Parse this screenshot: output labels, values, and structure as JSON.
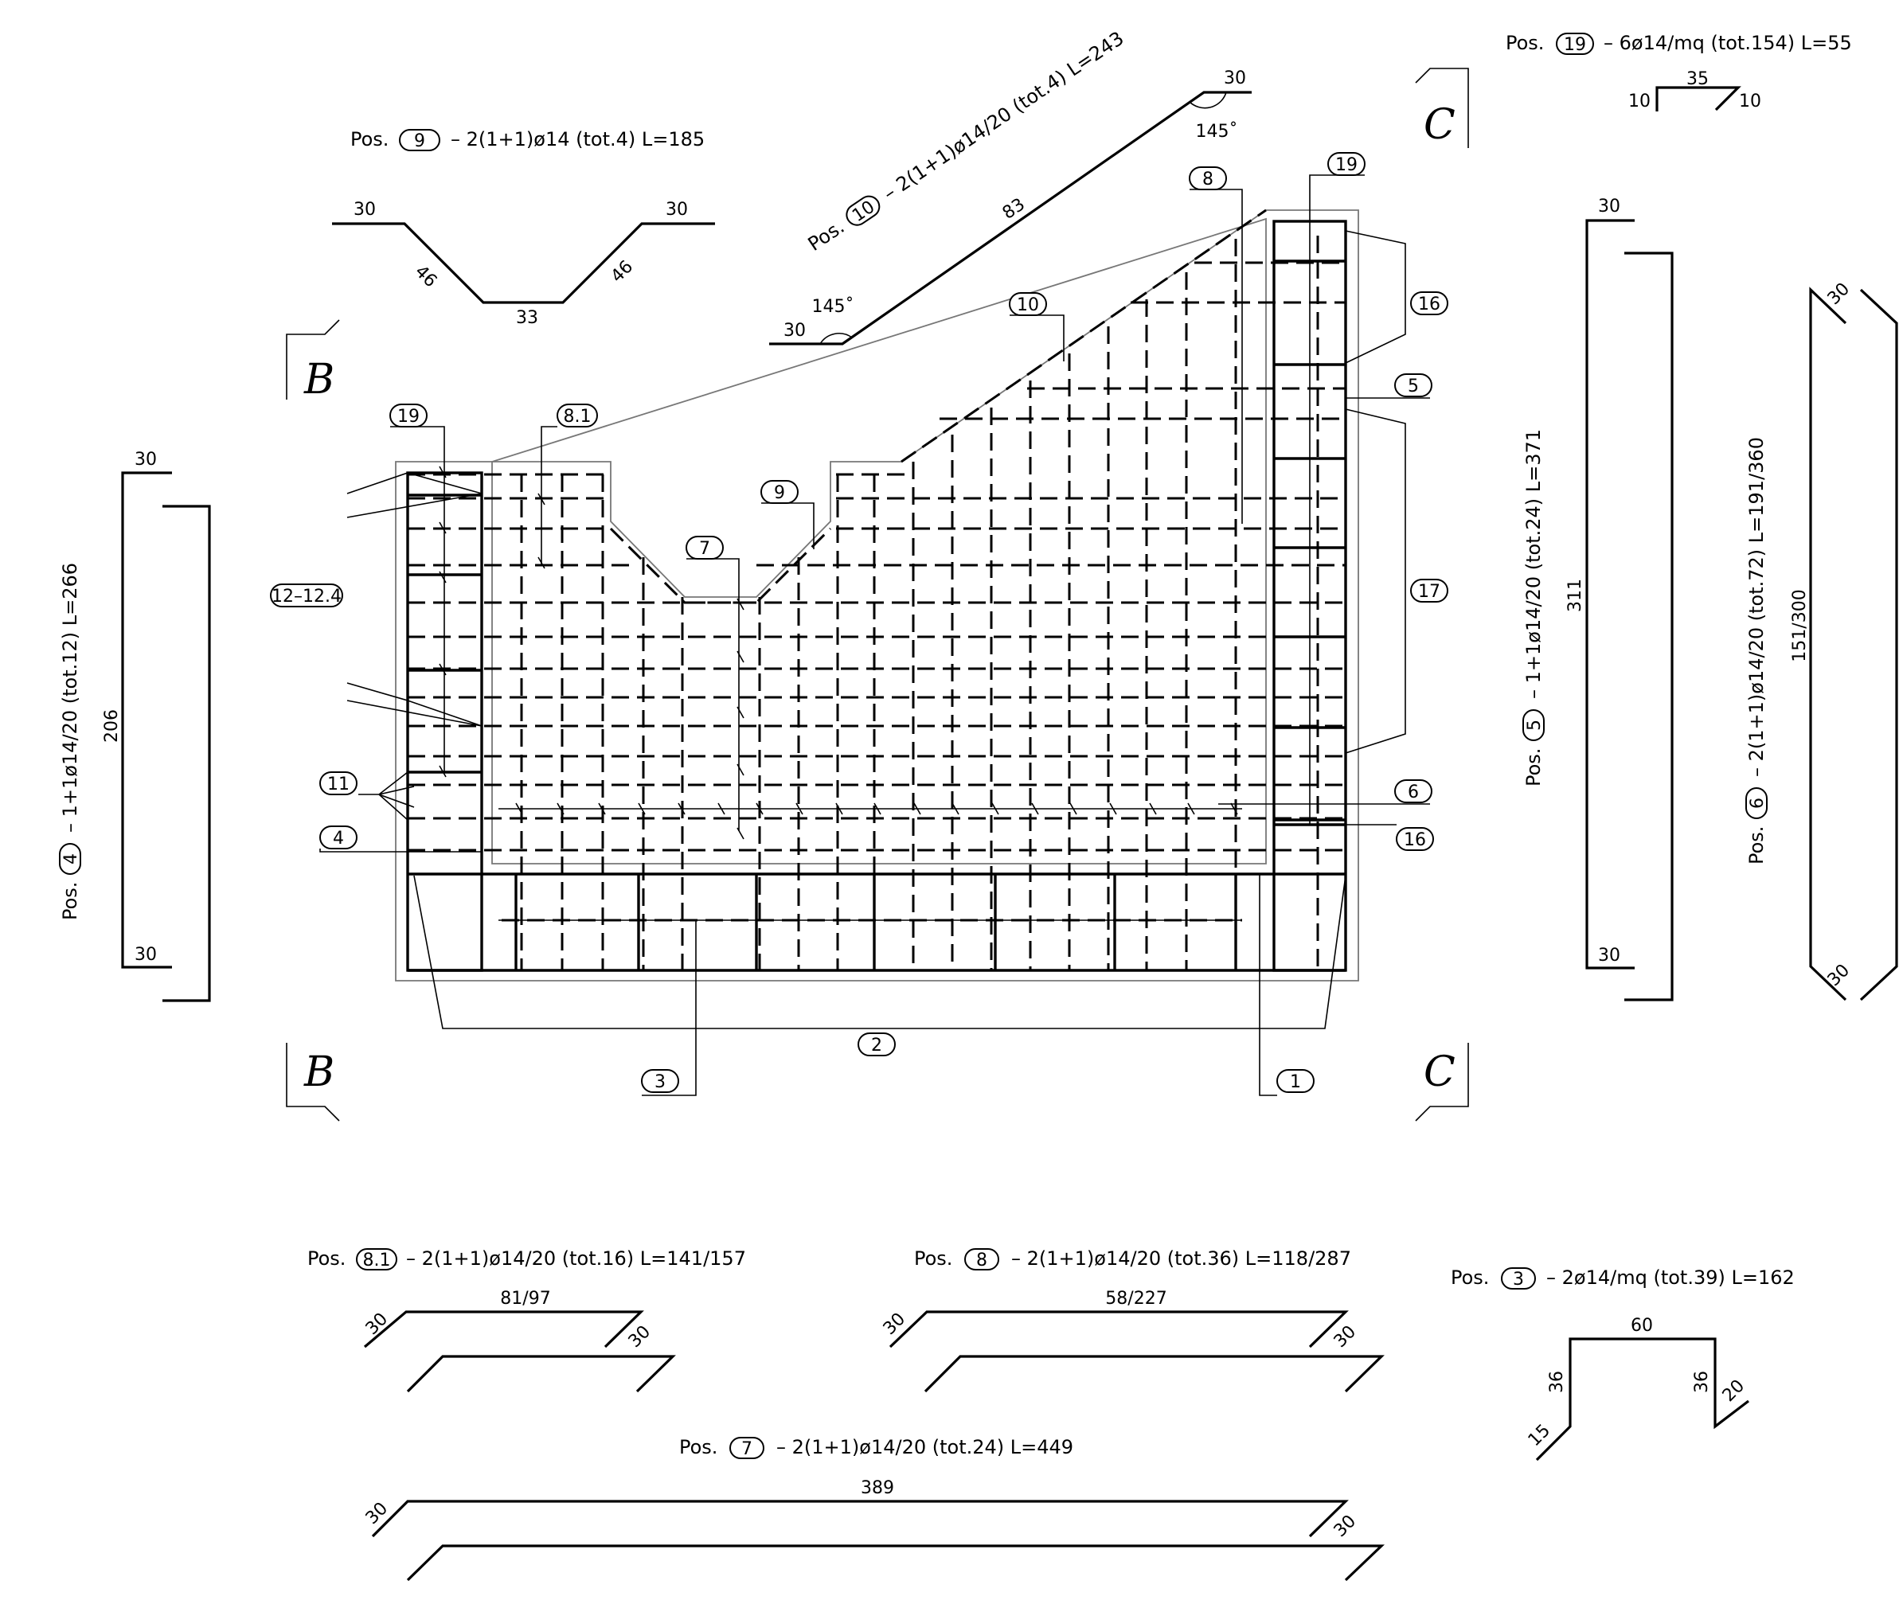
{
  "section_labels": {
    "b": "B",
    "c": "C"
  },
  "schedules": {
    "pos9": {
      "prefix": "Pos.",
      "mark": "9",
      "spec": "–  2(1+1)ø14  (tot.4)  L=185",
      "dims": {
        "left": "30",
        "right": "30",
        "slope_left": "46",
        "slope_right": "46",
        "bottom": "33"
      }
    },
    "pos10": {
      "prefix": "Pos.",
      "mark": "10",
      "spec": "–  2(1+1)ø14/20  (tot.4)  L=243",
      "dims": {
        "top": "30",
        "bottom": "30",
        "length": "83",
        "angle_top": "145˚",
        "angle_bottom": "145˚"
      }
    },
    "pos19": {
      "prefix": "Pos.",
      "mark": "19",
      "spec": "–  6ø14/mq  (tot.154)  L=55",
      "dims": {
        "top": "35",
        "left": "10",
        "right": "10"
      }
    },
    "pos4": {
      "prefix": "Pos.",
      "mark": "4",
      "spec": "–  1+1ø14/20  (tot.12)  L=266",
      "dims": {
        "top": "30",
        "height": "206",
        "bottom": "30"
      }
    },
    "pos5": {
      "prefix": "Pos.",
      "mark": "5",
      "spec": "–  1+1ø14/20  (tot.24)  L=371",
      "dims": {
        "top": "30",
        "height": "311",
        "bottom": "30"
      }
    },
    "pos6": {
      "prefix": "Pos.",
      "mark": "6",
      "spec": "–  2(1+1)ø14/20  (tot.72)  L=191/360",
      "dims": {
        "top": "30",
        "length": "151/300",
        "bottom": "30"
      }
    },
    "pos81": {
      "prefix": "Pos.",
      "mark": "8.1",
      "spec": "–  2(1+1)ø14/20  (tot.16)  L=141/157",
      "dims": {
        "left": "30",
        "length": "81/97",
        "right": "30"
      }
    },
    "pos8": {
      "prefix": "Pos.",
      "mark": "8",
      "spec": "–  2(1+1)ø14/20  (tot.36)  L=118/287",
      "dims": {
        "left": "30",
        "length": "58/227",
        "right": "30"
      }
    },
    "pos3": {
      "prefix": "Pos.",
      "mark": "3",
      "spec": "–  2ø14/mq  (tot.39)  L=162",
      "dims": {
        "top": "60",
        "left_h": "36",
        "right_h": "36",
        "foot_left": "15",
        "foot_right": "20"
      }
    },
    "pos7": {
      "prefix": "Pos.",
      "mark": "7",
      "spec": "–  2(1+1)ø14/20  (tot.24)  L=449",
      "dims": {
        "left": "30",
        "length": "389",
        "right": "30"
      }
    }
  },
  "callouts": {
    "c19a": "19",
    "c81": "8.1",
    "c12": "12–12.4",
    "c11": "11",
    "c4": "4",
    "c9": "9",
    "c7": "7",
    "c10": "10",
    "c8": "8",
    "c19b": "19",
    "c16a": "16",
    "c5": "5",
    "c17": "17",
    "c6": "6",
    "c16b": "16",
    "c2": "2",
    "c3": "3",
    "c1": "1"
  }
}
